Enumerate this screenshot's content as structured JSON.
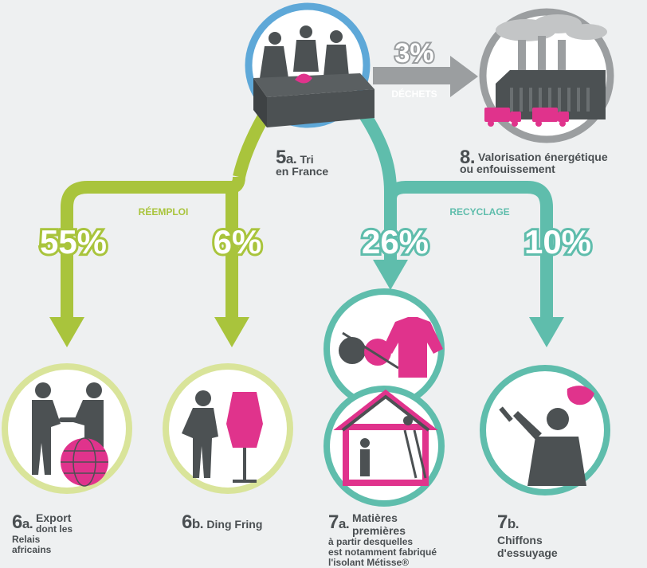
{
  "colors": {
    "green": "#a9c43c",
    "teal": "#5fbdac",
    "grey": "#9b9ea0",
    "dark": "#4c5153",
    "pink": "#e0338c",
    "circle_fill": "#ffffff"
  },
  "top": {
    "percent": "3%",
    "label": "DÉCHETS"
  },
  "branch_labels": {
    "reuse": "RÉEMPLOI",
    "recycle": "RECYCLAGE"
  },
  "percents": {
    "export": "55%",
    "ding": "6%",
    "matieres": "26%",
    "chiffons": "10%"
  },
  "steps": {
    "tri": {
      "num": "5",
      "letter": "a.",
      "title_line1": "Tri",
      "title_line2": "en France"
    },
    "valorisation": {
      "num": "8.",
      "line1": "Valorisation énergétique",
      "line2": "ou enfouissement"
    },
    "export": {
      "num": "6",
      "letter": "a.",
      "title": "Export",
      "sub1": "dont les Relais",
      "sub2": "africains"
    },
    "ding": {
      "num": "6",
      "letter": "b.",
      "title": "Ding Fring"
    },
    "matieres": {
      "num": "7",
      "letter": "a.",
      "title": "Matières premières",
      "sub1": "à partir desquelles",
      "sub2": "est notamment fabriqué",
      "sub3": "l'isolant Métisse®"
    },
    "chiffons": {
      "num": "7",
      "letter": "b.",
      "title": "Chiffons",
      "sub1": "d'essuyage"
    }
  },
  "icons": [
    "sorting-people-icon",
    "incinerator-factory-icon",
    "truck-icon",
    "handshake-icon",
    "globe-icon",
    "mannequin-icon",
    "person-icon",
    "yarn-icon",
    "sweater-icon",
    "house-insulation-icon",
    "ladder-worker-icon",
    "cleaning-worker-icon",
    "cloth-icon"
  ]
}
